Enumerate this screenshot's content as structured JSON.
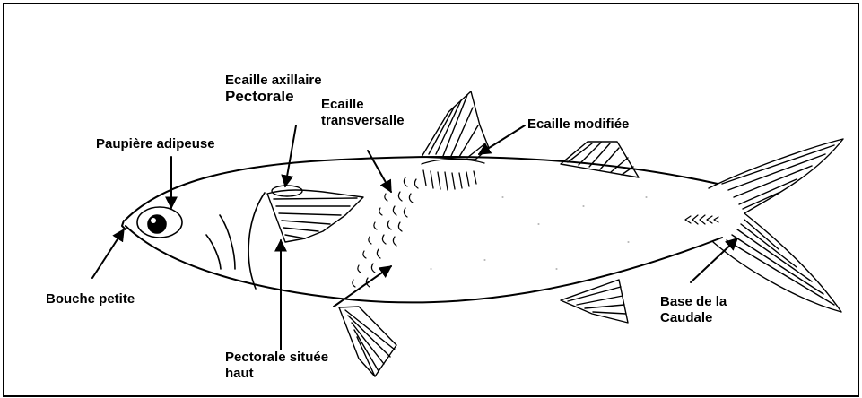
{
  "labels": {
    "ecaille_axillaire_line1": "Ecaille axillaire",
    "ecaille_axillaire_line2": "Pectorale",
    "ecaille_transversalle_line1": "Ecaille",
    "ecaille_transversalle_line2": "transversalle",
    "ecaille_modifiee": "Ecaille modifiée",
    "paupiere_adipeuse": "Paupière adipeuse",
    "bouche_petite": "Bouche petite",
    "base_caudale_line1": "Base de la",
    "base_caudale_line2": "Caudale",
    "pectorale_situee_line1": "Pectorale située",
    "pectorale_situee_line2": "haut"
  },
  "colors": {
    "ink": "#000000",
    "background": "#ffffff"
  }
}
